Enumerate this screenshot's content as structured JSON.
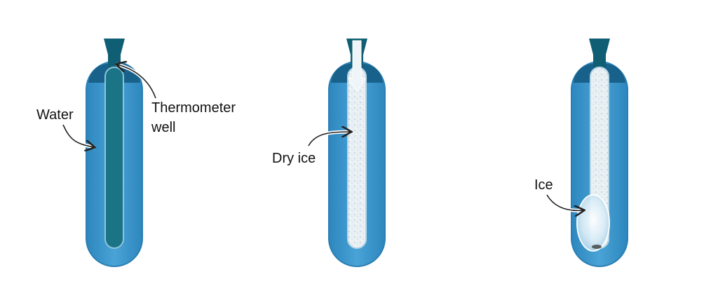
{
  "panels": [
    {
      "id": "panel-1",
      "fill": "water-filled well",
      "labels": [
        "Water",
        "Thermometer",
        "well"
      ]
    },
    {
      "id": "panel-2",
      "fill": "dry ice",
      "labels": [
        "Dry ice"
      ]
    },
    {
      "id": "panel-3",
      "fill": "dry ice with ice",
      "labels": [
        "Ice"
      ]
    }
  ],
  "labels": {
    "water": "Water",
    "thermometer_line1": "Thermometer",
    "thermometer_line2": "well",
    "dry_ice": "Dry ice",
    "ice": "Ice"
  },
  "colors": {
    "water": "#3d95c9",
    "water_edge": "#2a7fb3",
    "dark_water": "#17618a",
    "neck": "#0f5e73",
    "well_fill": "#1a7486",
    "dry_ice": "#e6eef3",
    "ice": "#cfe6f3",
    "arrow": "#222222"
  }
}
